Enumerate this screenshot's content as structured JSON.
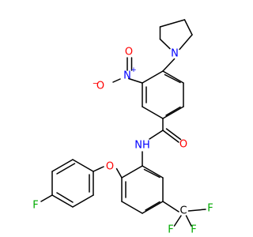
{
  "molecule": {
    "colors": {
      "bond": "#000000",
      "nitrogen": "#0000ff",
      "oxygen": "#ff0000",
      "fluorine": "#00aa00",
      "carbon_label": "#000000"
    },
    "labels": {
      "pyrrolidine_n": "N",
      "nitro_n": "N",
      "nitro_n_charge": "+",
      "nitro_o_top": "O",
      "nitro_o_left": "O",
      "nitro_o_left_charge": "−",
      "amide_o": "O",
      "amide_nh": "NH",
      "ether_o": "O",
      "aryl_f": "F",
      "cf3_c": "C",
      "cf3_f_right": "F",
      "cf3_f_bottom_left": "F",
      "cf3_f_bottom": "F"
    }
  }
}
